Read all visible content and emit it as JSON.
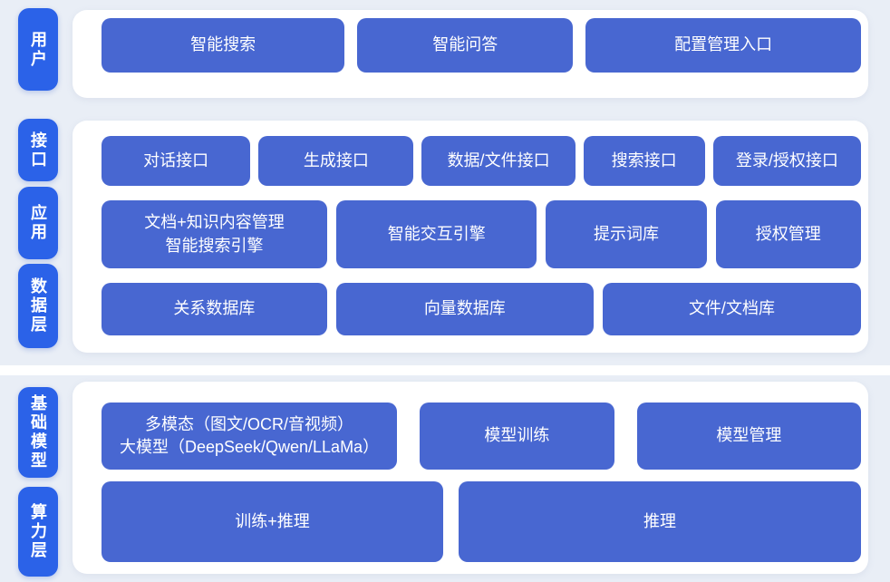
{
  "colors": {
    "band_bg": "#e9eef6",
    "panel_bg": "#ffffff",
    "node_blue": "#4867d1",
    "label_blue": "#2b62e8",
    "text": "#ffffff"
  },
  "side_labels": {
    "user": "用户",
    "interface": "接口",
    "application": "应用",
    "data": "数据层",
    "model": "基础模型",
    "compute": "算力层"
  },
  "rows": {
    "user": [
      "智能搜索",
      "智能问答",
      "配置管理入口"
    ],
    "interface": [
      "对话接口",
      "生成接口",
      "数据/文件接口",
      "搜索接口",
      "登录/授权接口"
    ],
    "application": [
      "文档+知识内容管理\n智能搜索引擎",
      "智能交互引擎",
      "提示词库",
      "授权管理"
    ],
    "data": [
      "关系数据库",
      "向量数据库",
      "文件/文档库"
    ],
    "model": [
      "多模态（图文/OCR/音视频）\n大模型（DeepSeek/Qwen/LLaMa）",
      "模型训练",
      "模型管理"
    ],
    "compute": [
      "训练+推理",
      "推理"
    ]
  }
}
